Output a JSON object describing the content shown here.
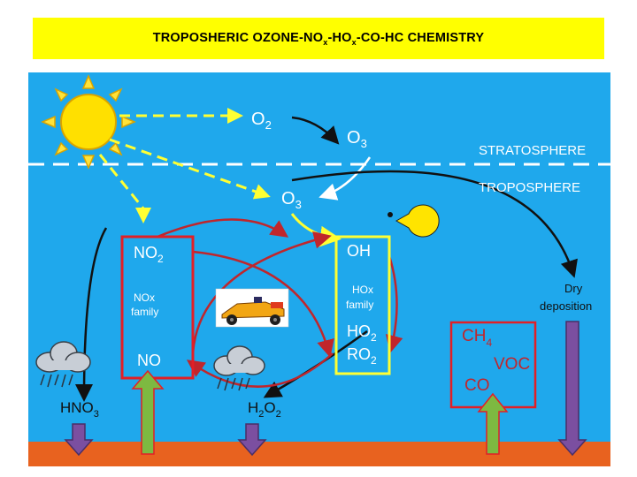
{
  "title": {
    "parts": [
      {
        "t": "TROPOSHERIC OZONE-NO",
        "sub": false
      },
      {
        "t": "x",
        "sub": true
      },
      {
        "t": "-HO",
        "sub": false
      },
      {
        "t": "x",
        "sub": true
      },
      {
        "t": "-CO-HC CHEMISTRY",
        "sub": false
      }
    ]
  },
  "labels": {
    "o2": {
      "main": "O",
      "sub": "2"
    },
    "o3_strat": {
      "main": "O",
      "sub": "3"
    },
    "o3_trop": {
      "main": "O",
      "sub": "3"
    },
    "stratosphere": "STRATOSPHERE",
    "troposphere": "TROPOSPHERE",
    "no2": {
      "main": "NO",
      "sub": "2"
    },
    "oh": "OH",
    "nox_family": [
      "NOx",
      "family"
    ],
    "hox_family": [
      "HOx",
      "family"
    ],
    "ho2": {
      "main": "HO",
      "sub": "2"
    },
    "ro2": {
      "main": "RO",
      "sub": "2"
    },
    "no": "NO",
    "hno3": {
      "main": "HNO",
      "sub": "3"
    },
    "h2o2": {
      "a": "H",
      "s1": "2",
      "b": "O",
      "s2": "2"
    },
    "ch4": {
      "main": "CH",
      "sub": "4"
    },
    "voc": "VOC",
    "co": "CO",
    "dry_deposition": [
      "Dry",
      "deposition"
    ]
  },
  "colors": {
    "sky": "#1fa8ec",
    "ground": "#e8621f",
    "title_bg": "#ffff00",
    "yellow": "#ffff33",
    "red": "#e21f26",
    "dark_red": "#c0262c",
    "green": "#7db941",
    "purple": "#7b4fa0",
    "black": "#111111",
    "white": "#ffffff",
    "dashed_line": "#ffffff"
  },
  "icons": [
    "sun-icon",
    "pacman-icon",
    "race-car-icon",
    "storm-cloud-icon"
  ]
}
